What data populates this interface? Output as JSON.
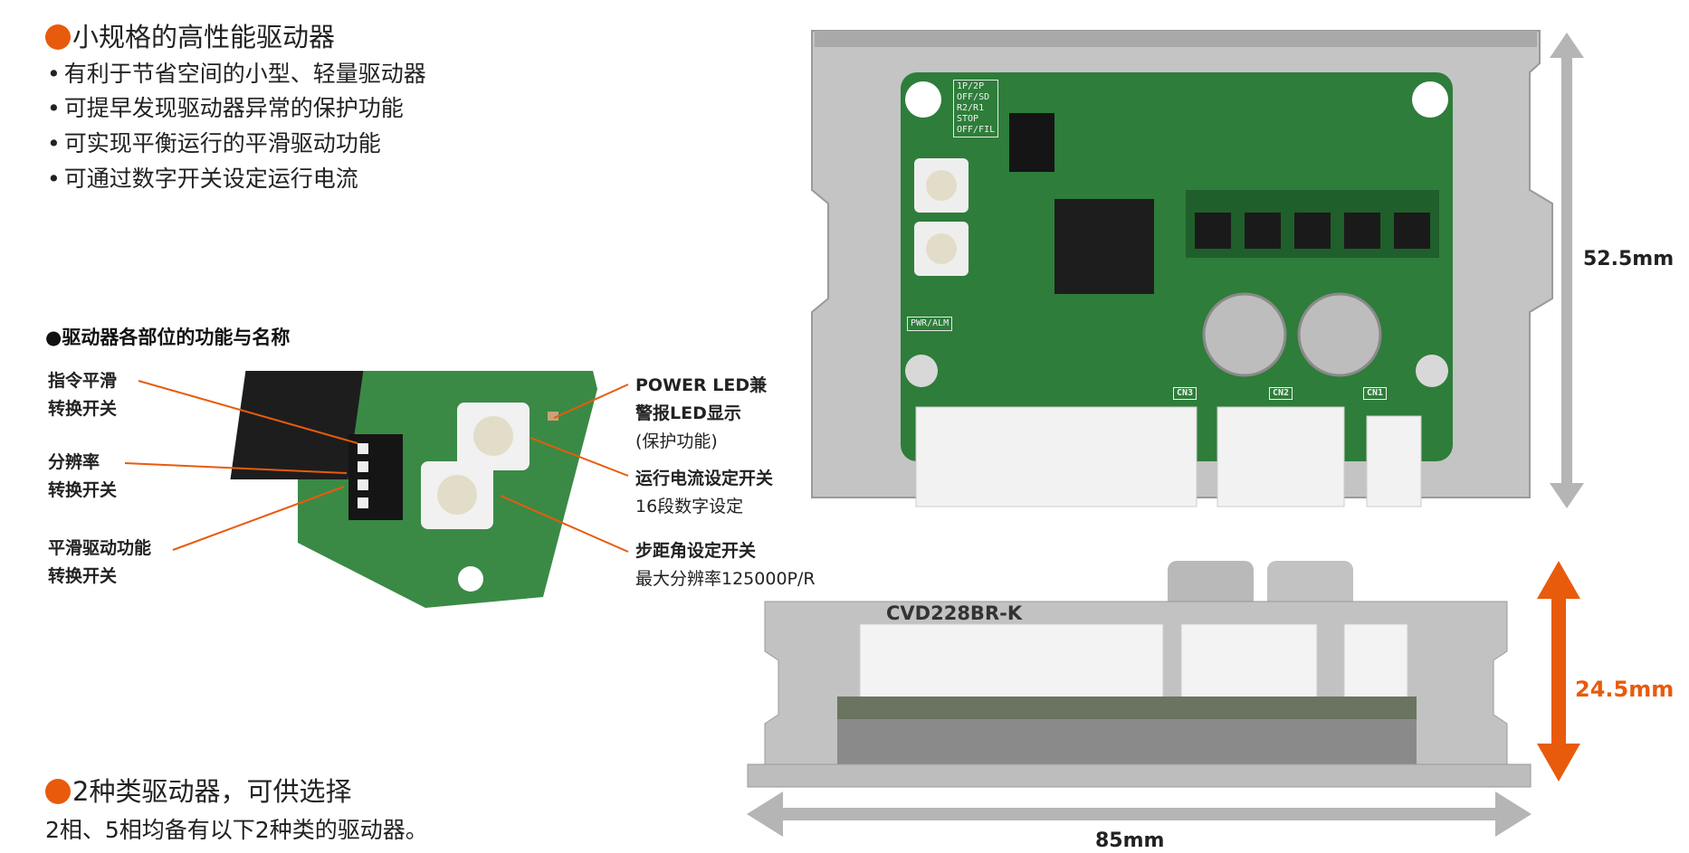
{
  "section1": {
    "title": "小规格的高性能驱动器",
    "bullets": [
      "有利于节省空间的小型、轻量驱动器",
      "可提早发现驱动器异常的保护功能",
      "可实现平衡运行的平滑驱动功能",
      "可通过数字开关设定运行电流"
    ]
  },
  "parts": {
    "title": "●驱动器各部位的功能与名称",
    "left_labels": [
      {
        "line1": "指令平滑",
        "line2": "转换开关"
      },
      {
        "line1": "分辨率",
        "line2": "转换开关"
      },
      {
        "line1": "平滑驱动功能",
        "line2": "转换开关"
      }
    ],
    "right_labels": [
      {
        "line1": "POWER LED兼",
        "line2": "警报LED显示",
        "line3": "(保护功能)"
      },
      {
        "line1": "运行电流设定开关",
        "line2": "16段数字设定"
      },
      {
        "line1": "步距角设定开关",
        "line2": "最大分辨率125000P/R"
      }
    ]
  },
  "section2": {
    "title": "2种类驱动器，可供选择",
    "text": "2相、5相均备有以下2种类的驱动器。"
  },
  "product": {
    "model": "CVD228BR-K",
    "height_top": "52.5mm",
    "height_side": "24.5mm",
    "width": "85mm",
    "board_labels": [
      "1P/2P",
      "OFF/SD",
      "R2/R1",
      "STOP",
      "OFF/FIL",
      "PWR/ALM",
      "CN3",
      "CN2",
      "CN1"
    ]
  },
  "colors": {
    "accent": "#e85b0c",
    "arrow_grey": "#b5b5b5",
    "pcb": "#2e7d3a",
    "metal": "#c4c4c4"
  }
}
